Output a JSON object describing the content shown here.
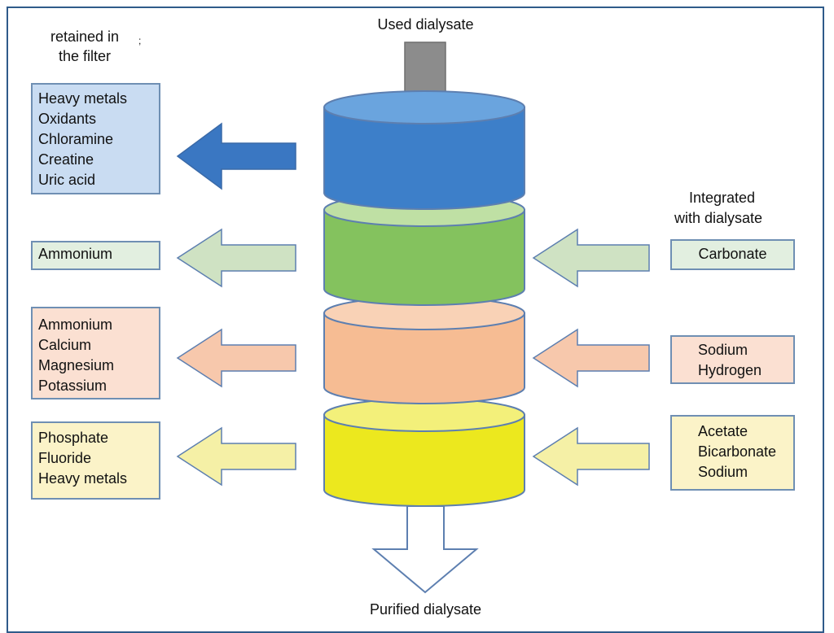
{
  "labels": {
    "top": "Used dialysate",
    "bottom": "Purified dialysate",
    "left_header_1": "retained in",
    "left_header_2": "the filter",
    "left_header_mark": ";",
    "right_header_1": "Integrated",
    "right_header_2": "with dialysate"
  },
  "left_boxes": [
    {
      "items": [
        "Heavy metals",
        "Oxidants",
        "Chloramine",
        "Creatine",
        "Uric acid"
      ],
      "color": "#c9dcf2"
    },
    {
      "items": [
        "Ammonium"
      ],
      "color": "#e2efe0"
    },
    {
      "items": [
        "Ammonium",
        "Calcium",
        "Magnesium",
        "Potassium"
      ],
      "color": "#fbe0d2"
    },
    {
      "items": [
        "Phosphate",
        "Fluoride",
        "Heavy metals"
      ],
      "color": "#fbf3c8"
    }
  ],
  "right_boxes": [
    {
      "items": [
        "Carbonate"
      ],
      "color": "#e2efe0"
    },
    {
      "items": [
        "Sodium",
        "Hydrogen"
      ],
      "color": "#fbe0d2"
    },
    {
      "items": [
        "Acetate",
        "Bicarbonate",
        "Sodium"
      ],
      "color": "#fbf3c8"
    }
  ],
  "colors": {
    "frame": "#2f5b8a",
    "box_border": "#6f8fb3",
    "layer_blue": "#3d7fc9",
    "layer_green": "#84c25e",
    "layer_peach": "#f6bc93",
    "layer_yellow": "#ece81e",
    "inlet_pipe": "#8c8c8c",
    "arrow_blue": "#3a77c2",
    "arrow_green": "#cfe2c3",
    "arrow_peach": "#f7c8ac",
    "arrow_yellow": "#f5f0a6"
  }
}
